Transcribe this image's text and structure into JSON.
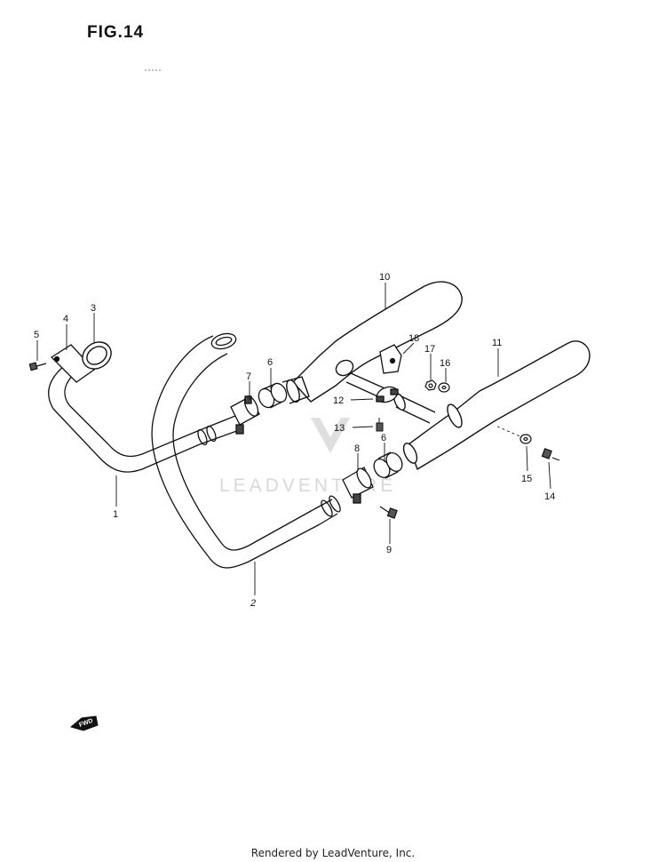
{
  "figure": {
    "title": "FIG.14"
  },
  "watermark": {
    "text": "LEADVENTURE"
  },
  "fwd_arrow": {
    "label": "FWD"
  },
  "callouts": [
    "1",
    "2",
    "3",
    "4",
    "5",
    "6",
    "6",
    "7",
    "8",
    "9",
    "10",
    "11",
    "12",
    "13",
    "14",
    "15",
    "16",
    "17",
    "18"
  ],
  "footer": {
    "text": "Rendered by LeadVenture, Inc."
  }
}
